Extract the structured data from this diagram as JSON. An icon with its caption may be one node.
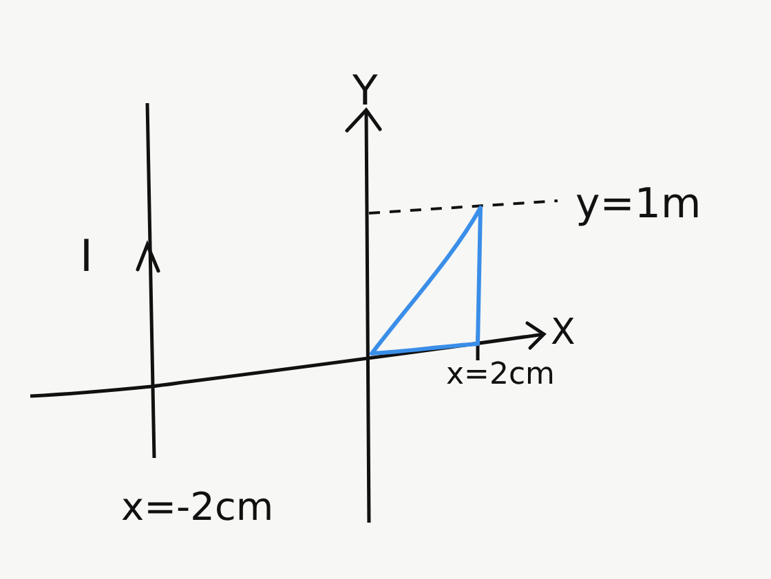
{
  "diagram": {
    "labels": [
      "Y",
      "y=1m",
      "I",
      "X",
      "x=2cm",
      "x=-2cm"
    ]
  }
}
